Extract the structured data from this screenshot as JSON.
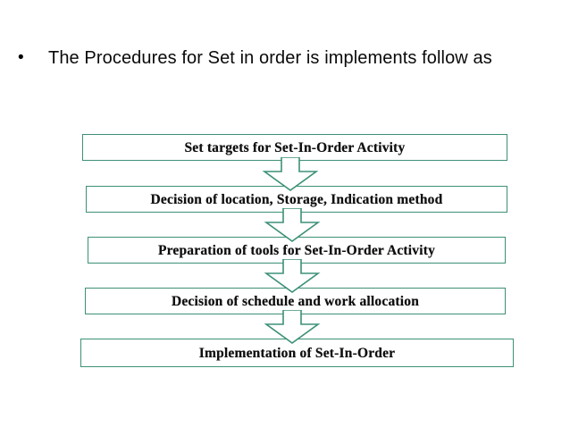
{
  "slide": {
    "background_color": "#ffffff",
    "bullet": {
      "marker": "•",
      "text": "The Procedures for Set in order is implements follow as"
    }
  },
  "flowchart": {
    "type": "vertical-process-flow",
    "box_border_color": "#3d9078",
    "box_fill_color": "#ffffff",
    "arrow_outline_color": "#3d9078",
    "text_color": "#101010",
    "steps": [
      {
        "index": 1,
        "label": "Set targets for Set-In-Order Activity"
      },
      {
        "index": 2,
        "label": "Decision of location, Storage, Indication method"
      },
      {
        "index": 3,
        "label": "Preparation of tools for Set-In-Order Activity"
      },
      {
        "index": 4,
        "label": "Decision of schedule and work allocation"
      },
      {
        "index": 5,
        "label": "Implementation of Set-In-Order"
      }
    ],
    "connectors": [
      {
        "from": 1,
        "to": 2,
        "icon": "down-block-arrow"
      },
      {
        "from": 2,
        "to": 3,
        "icon": "down-block-arrow"
      },
      {
        "from": 3,
        "to": 4,
        "icon": "down-block-arrow"
      },
      {
        "from": 4,
        "to": 5,
        "icon": "down-block-arrow"
      }
    ]
  }
}
